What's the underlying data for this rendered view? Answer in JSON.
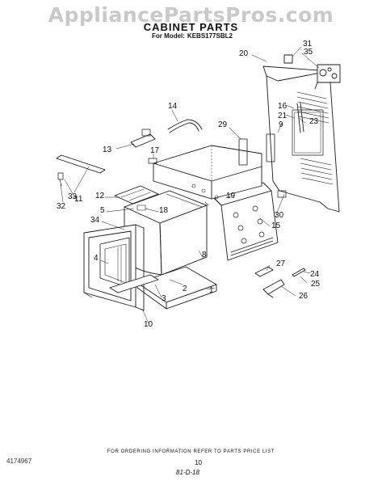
{
  "watermark": "AppliancePartsPros.com",
  "header": {
    "title": "CABINET PARTS",
    "model_prefix": "For Model:",
    "model_number": "KEBS177SBL2"
  },
  "callouts": [
    {
      "id": "c31",
      "label": "31"
    },
    {
      "id": "c35",
      "label": "35"
    },
    {
      "id": "c20",
      "label": "20"
    },
    {
      "id": "c14",
      "label": "14"
    },
    {
      "id": "c16",
      "label": "16"
    },
    {
      "id": "c21",
      "label": "21"
    },
    {
      "id": "c9",
      "label": "9"
    },
    {
      "id": "c23",
      "label": "23"
    },
    {
      "id": "c13",
      "label": "13"
    },
    {
      "id": "c29",
      "label": "29"
    },
    {
      "id": "c17",
      "label": "17"
    },
    {
      "id": "c12",
      "label": "12"
    },
    {
      "id": "c19",
      "label": "19"
    },
    {
      "id": "c5",
      "label": "5"
    },
    {
      "id": "c18",
      "label": "18"
    },
    {
      "id": "c33",
      "label": "33"
    },
    {
      "id": "c11",
      "label": "11"
    },
    {
      "id": "c32",
      "label": "32"
    },
    {
      "id": "c34",
      "label": "34"
    },
    {
      "id": "c30",
      "label": "30"
    },
    {
      "id": "c15",
      "label": "15"
    },
    {
      "id": "c4",
      "label": "4"
    },
    {
      "id": "c8",
      "label": "8"
    },
    {
      "id": "c27",
      "label": "27"
    },
    {
      "id": "c24",
      "label": "24"
    },
    {
      "id": "c2",
      "label": "2"
    },
    {
      "id": "c25",
      "label": "25"
    },
    {
      "id": "c1",
      "label": "1"
    },
    {
      "id": "c3",
      "label": "3"
    },
    {
      "id": "c26",
      "label": "26"
    },
    {
      "id": "c10",
      "label": "10"
    }
  ],
  "footer": {
    "note": "FOR ORDERING INFORMATION REFER TO PARTS PRICE LIST",
    "doc_number": "4174967",
    "page_number": "10",
    "date_code": "81-D-18"
  }
}
